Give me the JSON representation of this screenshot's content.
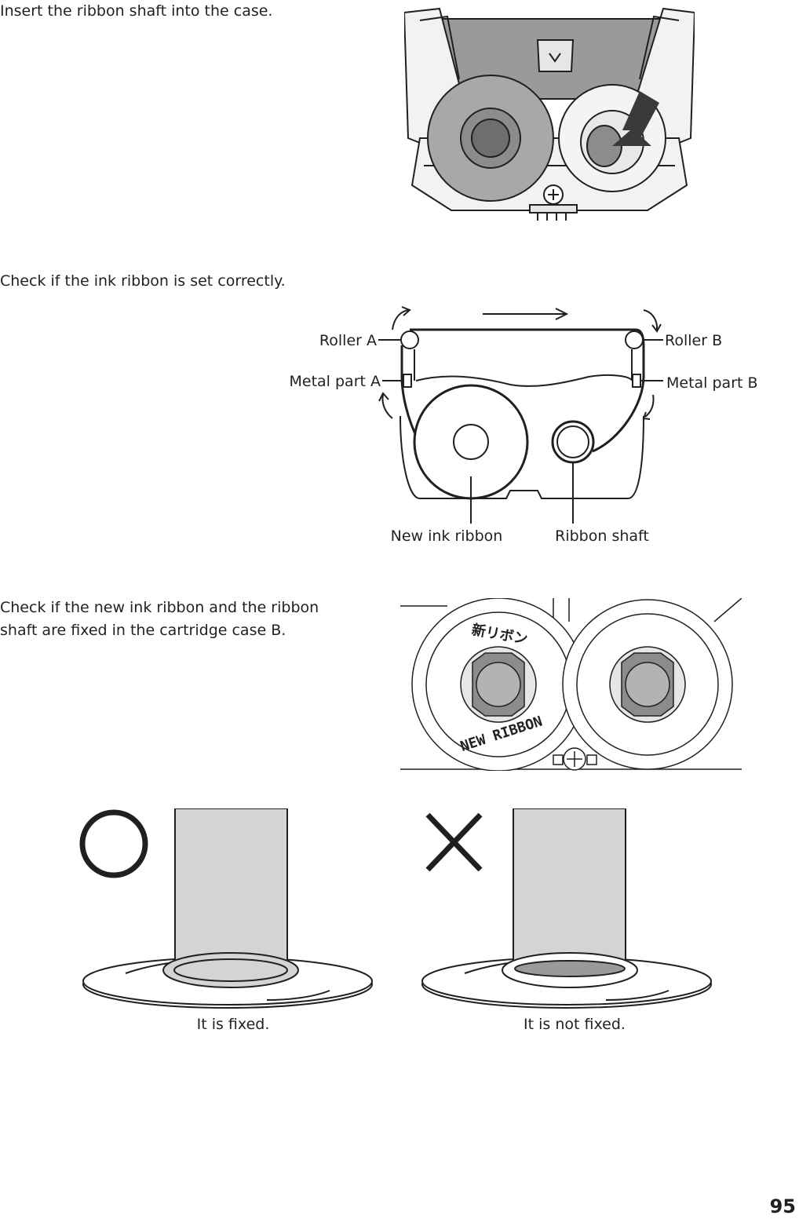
{
  "steps": [
    {
      "text": "Insert the ribbon shaft into the case."
    },
    {
      "text": "Check if the ink ribbon is set correctly."
    },
    {
      "text": "Check if the new ink ribbon and the ribbon shaft are fixed in the cartridge case B."
    }
  ],
  "diagram": {
    "roller_a": "Roller A",
    "roller_b": "Roller B",
    "metal_a": "Metal part A",
    "metal_b": "Metal part B",
    "new_ribbon": "New ink ribbon",
    "shaft": "Ribbon shaft"
  },
  "photo": {
    "jp_label": "新リボン",
    "en_label": "NEW RIBBON"
  },
  "compare": {
    "fixed": "It is fixed.",
    "not_fixed": "It is not fixed."
  },
  "page_number": "95"
}
